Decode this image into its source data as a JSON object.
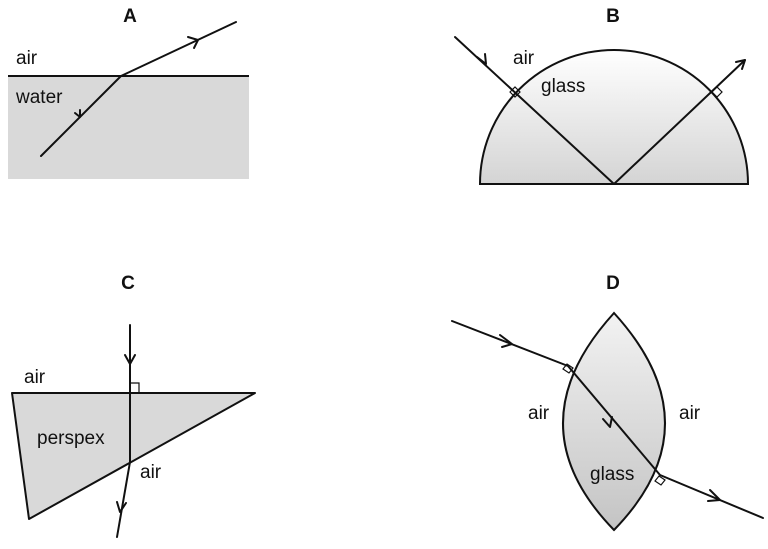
{
  "diagrams": {
    "A": {
      "heading": "A",
      "upper_medium": "air",
      "lower_medium": "water"
    },
    "B": {
      "heading": "B",
      "outer_medium": "air",
      "inner_medium": "glass"
    },
    "C": {
      "heading": "C",
      "top_medium": "air",
      "prism_medium": "perspex",
      "exit_medium": "air"
    },
    "D": {
      "heading": "D",
      "left_medium": "air",
      "right_medium": "air",
      "lens_medium": "glass"
    }
  },
  "colors": {
    "medium_fill": "#d9d9d9",
    "line": "#111111"
  }
}
